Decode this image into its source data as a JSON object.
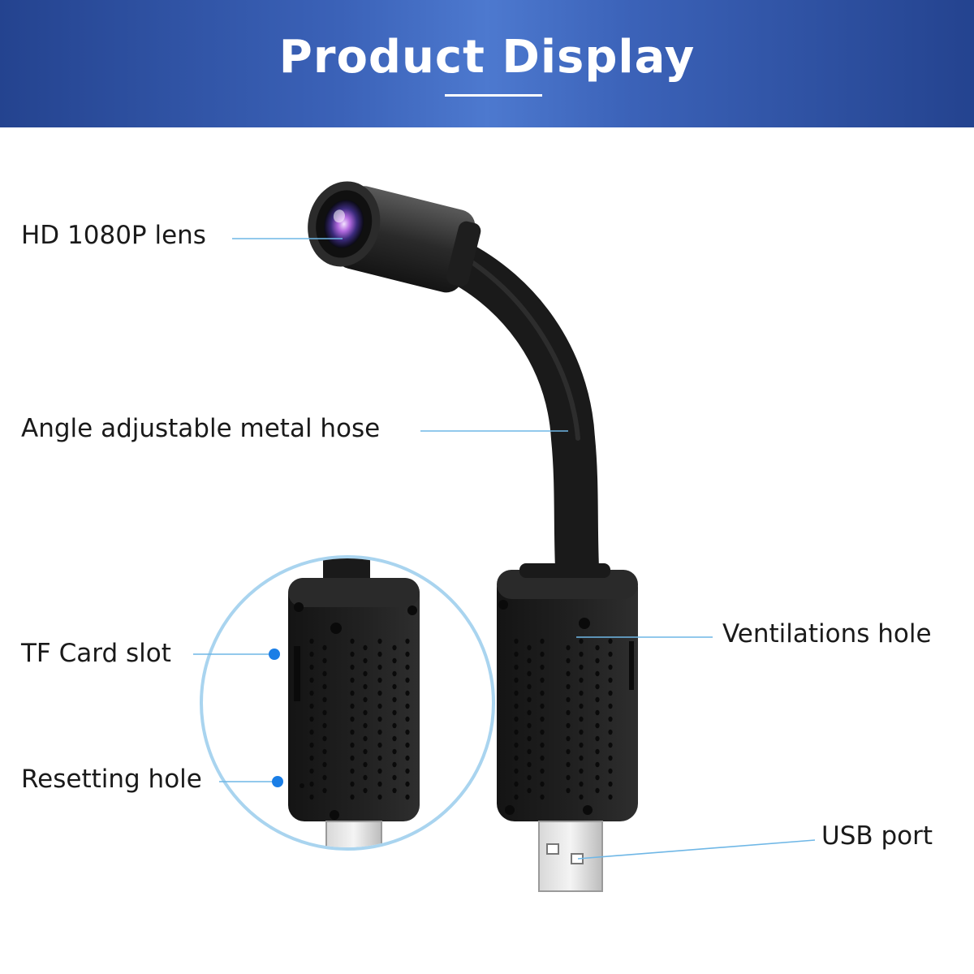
{
  "banner": {
    "title": "Product Display",
    "color": "#3b62b8"
  },
  "callouts": {
    "lens": "HD 1080P lens",
    "hose": "Angle adjustable metal hose",
    "tf_slot": "TF Card slot",
    "resetting_hole": "Resetting hole",
    "ventilation": "Ventilations hole",
    "usb": "USB port"
  },
  "colors": {
    "leader_line": "#6fb7e6",
    "dot": "#1a7ee6",
    "device": "#1c1c1c"
  }
}
